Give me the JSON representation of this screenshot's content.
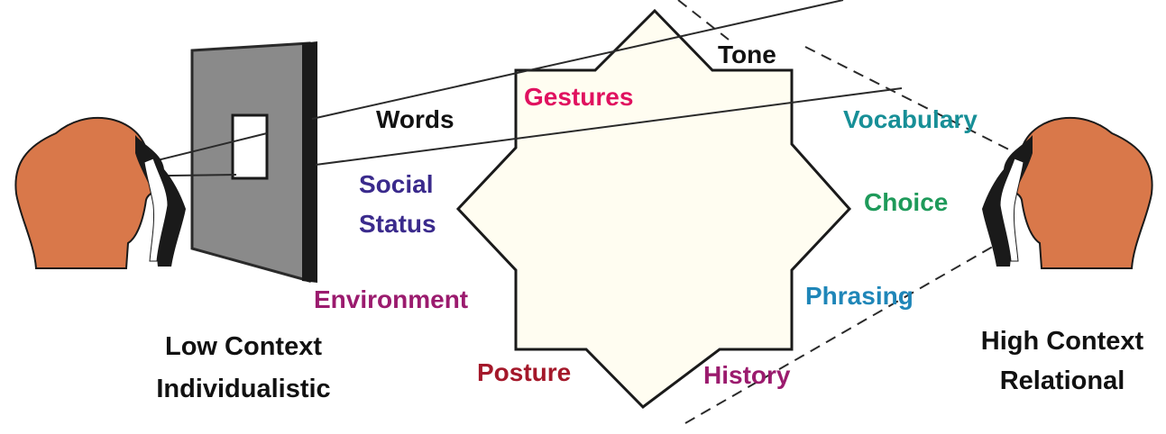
{
  "diagram": {
    "labels": {
      "words": "Words",
      "tone": "Tone",
      "gestures": "Gestures",
      "vocabulary": "Vocabulary",
      "social": "Social",
      "status": "Status",
      "choice": "Choice",
      "environment": "Environment",
      "phrasing": "Phrasing",
      "posture": "Posture",
      "history": "History"
    },
    "captions": {
      "left_line1": "Low Context",
      "left_line2": "Individualistic",
      "right_line1": "High Context",
      "right_line2": "Relational"
    },
    "colors": {
      "words": "#111111",
      "tone": "#111111",
      "gestures": "#e0115f",
      "vocabulary": "#178f97",
      "social_status": "#3a2a8c",
      "choice": "#1e9a5a",
      "environment": "#9b1b6e",
      "phrasing": "#1f86b8",
      "posture": "#a4182a",
      "history": "#9b1b6e",
      "head": "#d9784a",
      "wall": "#808080",
      "star_fill": "#fffdf1"
    }
  }
}
